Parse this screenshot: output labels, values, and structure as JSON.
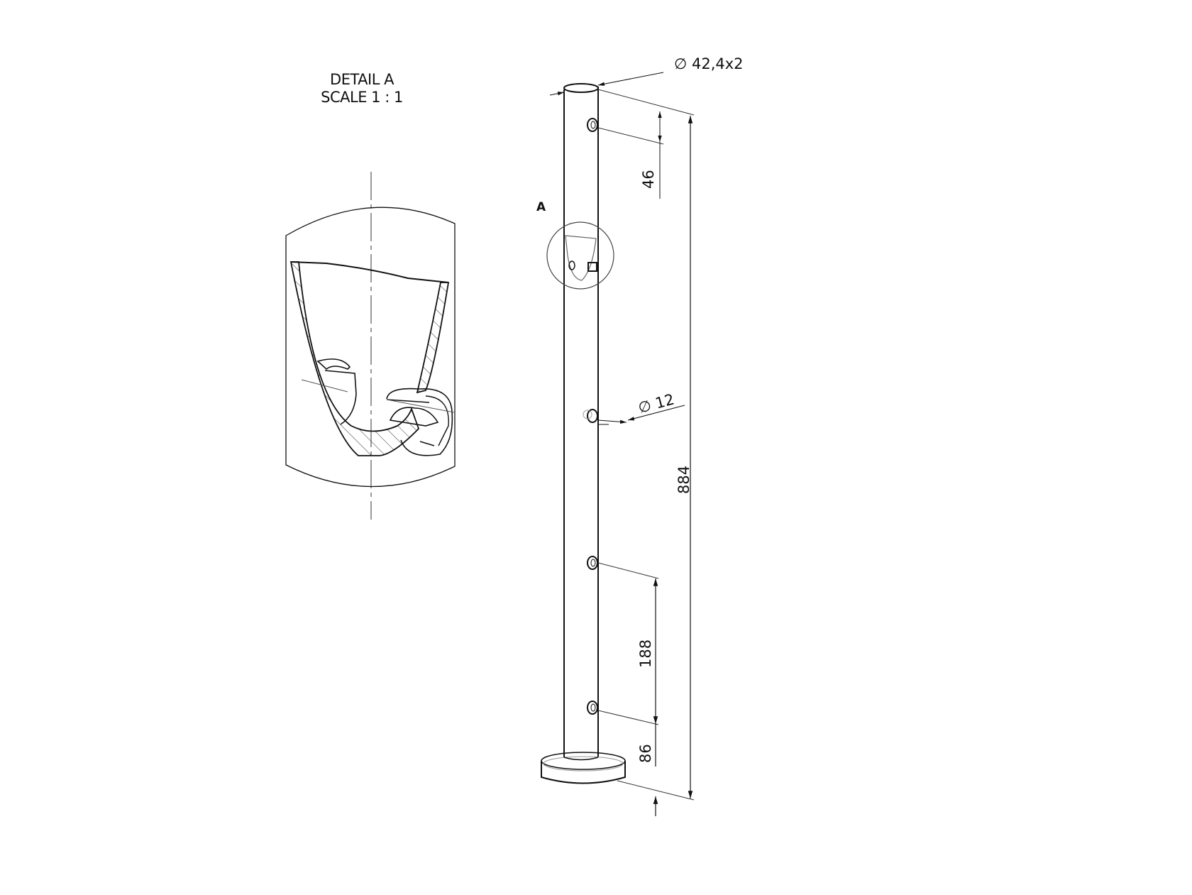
{
  "detail_view": {
    "title": "DETAIL A",
    "scale": "SCALE 1 : 1"
  },
  "main_view": {
    "detail_callout": "A",
    "dimensions": {
      "tube_diameter": "∅ 42,4x2",
      "hole_diameter": "∅ 12",
      "top_hole_offset": "46",
      "overall_height": "884",
      "hole_spacing": "188",
      "bottom_hole_offset": "86"
    }
  },
  "colors": {
    "line": "#111111",
    "thin_line": "#444444",
    "background": "#ffffff"
  }
}
